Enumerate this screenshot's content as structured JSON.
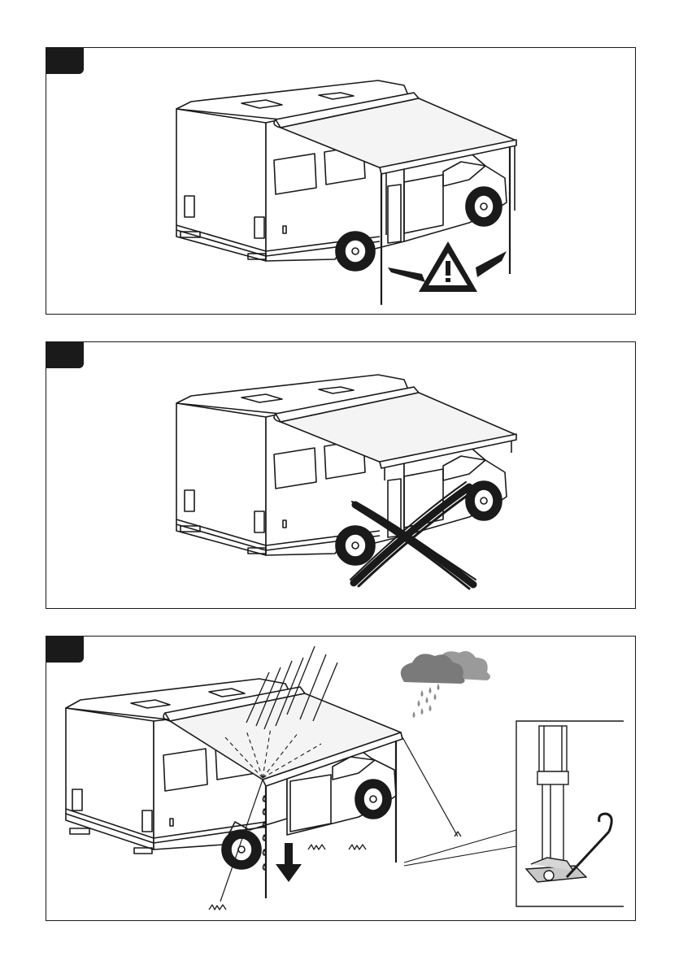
{
  "document": {
    "panels": [
      {
        "id": "panel-1",
        "scene": "awning-with-support-legs",
        "symbol": "warning-triangle-icon"
      },
      {
        "id": "panel-2",
        "scene": "awning-without-support-legs",
        "symbol": "cross-out-icon"
      },
      {
        "id": "panel-3",
        "scene": "awning-rain-water-drainage",
        "symbols": [
          "rain-cloud-icon",
          "down-arrow-icon",
          "ground-peg-detail"
        ]
      }
    ],
    "colors": {
      "line": "#1a1a1a",
      "fabric": "#f4f4f4",
      "cloud": "#8c8c8c",
      "tag": "#1a1a1a"
    }
  }
}
